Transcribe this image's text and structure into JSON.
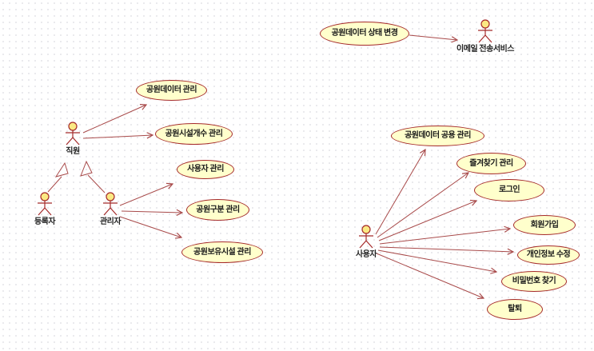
{
  "diagram": {
    "kind": "uml-use-case-diagram",
    "colors": {
      "background": "#FFFFFF",
      "grid_dot": "#D8D8DE",
      "usecase_fill": "#FFFFCC",
      "usecase_border": "#A52A2A",
      "connector_line": "#A84A4A",
      "actor_head_fill": "#FBE983",
      "text": "#1A1A1A"
    },
    "actors": [
      {
        "id": "staff",
        "label": "직원"
      },
      {
        "id": "registrant",
        "label": "등록자"
      },
      {
        "id": "manager",
        "label": "관리자"
      },
      {
        "id": "user",
        "label": "사용자"
      },
      {
        "id": "email-service",
        "label": "이메일 전송서비스"
      }
    ],
    "usecases": [
      {
        "id": "park-data-status-change",
        "label": "공원데이터 상태 변경"
      },
      {
        "id": "park-data-mgmt",
        "label": "공원데이터 관리"
      },
      {
        "id": "park-facility-count-mgmt",
        "label": "공원시설개수 관리"
      },
      {
        "id": "user-mgmt",
        "label": "사용자 관리"
      },
      {
        "id": "park-category-mgmt",
        "label": "공원구분 관리"
      },
      {
        "id": "park-owned-facility-mgmt",
        "label": "공원보유시설 관리"
      },
      {
        "id": "park-data-public-mgmt",
        "label": "공원데이터 공용 관리"
      },
      {
        "id": "favorites-mgmt",
        "label": "즐겨찾기 관리"
      },
      {
        "id": "login",
        "label": "로그인"
      },
      {
        "id": "signup",
        "label": "회원가입"
      },
      {
        "id": "personal-info-edit",
        "label": "개인정보 수정"
      },
      {
        "id": "password-find",
        "label": "비밀번호 찾기"
      },
      {
        "id": "withdraw",
        "label": "탈퇴"
      }
    ],
    "relations": [
      {
        "type": "association",
        "from": "park-data-status-change",
        "to": "email-service"
      },
      {
        "type": "association",
        "from": "staff",
        "to": "park-data-mgmt"
      },
      {
        "type": "association",
        "from": "staff",
        "to": "park-facility-count-mgmt"
      },
      {
        "type": "generalization",
        "from": "registrant",
        "to": "staff"
      },
      {
        "type": "generalization",
        "from": "manager",
        "to": "staff"
      },
      {
        "type": "association",
        "from": "manager",
        "to": "user-mgmt"
      },
      {
        "type": "association",
        "from": "manager",
        "to": "park-category-mgmt"
      },
      {
        "type": "association",
        "from": "manager",
        "to": "park-owned-facility-mgmt"
      },
      {
        "type": "association",
        "from": "user",
        "to": "park-data-public-mgmt"
      },
      {
        "type": "association",
        "from": "user",
        "to": "favorites-mgmt"
      },
      {
        "type": "association",
        "from": "user",
        "to": "login"
      },
      {
        "type": "association",
        "from": "user",
        "to": "signup"
      },
      {
        "type": "association",
        "from": "user",
        "to": "personal-info-edit"
      },
      {
        "type": "association",
        "from": "user",
        "to": "password-find"
      },
      {
        "type": "association",
        "from": "user",
        "to": "withdraw"
      }
    ]
  }
}
